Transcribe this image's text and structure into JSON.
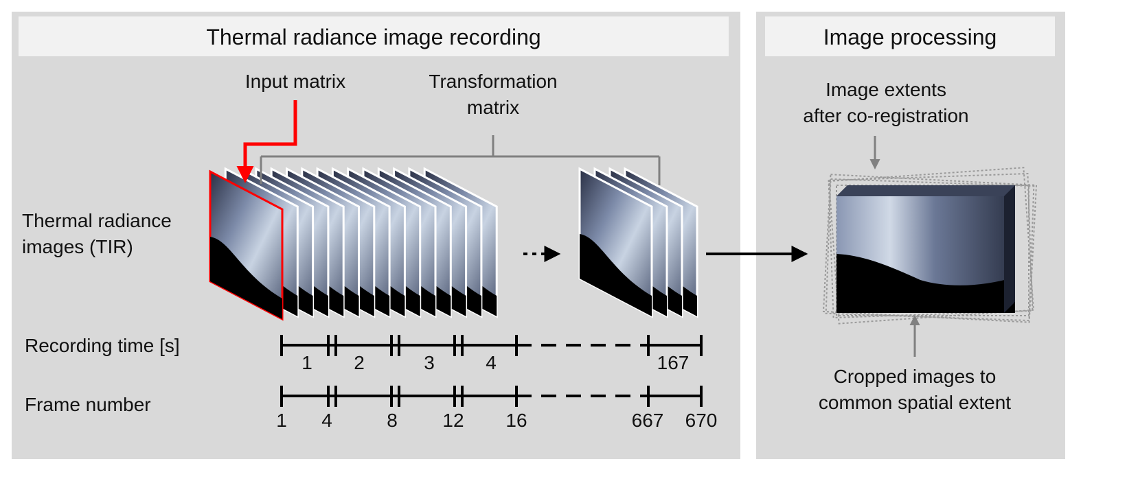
{
  "panels": {
    "recording": {
      "title": "Thermal radiance image recording",
      "input_matrix": "Input matrix",
      "transformation_matrix_line1": "Transformation",
      "transformation_matrix_line2": "matrix",
      "tir_line1": "Thermal radiance",
      "tir_line2": "images (TIR)",
      "recording_time": "Recording time [s]",
      "frame_number": "Frame number",
      "time_labels": [
        "1",
        "2",
        "3",
        "4",
        "167"
      ],
      "frame_labels": [
        "1",
        "4",
        "8",
        "12",
        "16",
        "667",
        "670"
      ]
    },
    "processing": {
      "title": "Image processing",
      "extents_line1": "Image extents",
      "extents_line2": "after  co-registration",
      "cropped_line1": "Cropped images to",
      "cropped_line2": "common spatial extent"
    }
  },
  "colors": {
    "panel_bg": "#d9d9d9",
    "title_bg": "#f2f2f2",
    "input_arrow": "#ff0000",
    "bracket": "#808080",
    "axis": "#000000"
  }
}
